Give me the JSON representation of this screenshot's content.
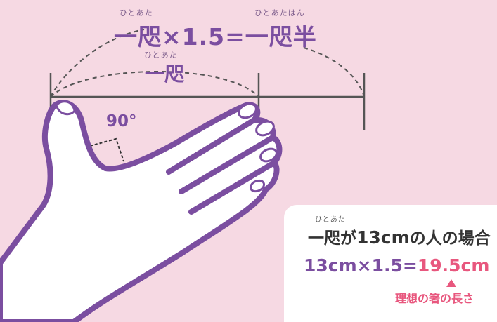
{
  "formula": {
    "ruby_left": "ひとあた",
    "ruby_right": "ひとあたはん",
    "text": "一咫×1.5=一咫半"
  },
  "span": {
    "ruby": "ひとあた",
    "label": "一咫"
  },
  "angle_label": "90°",
  "example": {
    "ruby": "ひとあた",
    "line1_a": "一咫が",
    "line1_num": "13cm",
    "line1_b": "の人の場合",
    "calc_left": "13cm×1.5=",
    "calc_result": "19.5cm",
    "note": "理想の箸の長さ"
  },
  "colors": {
    "background": "#f6d9e3",
    "accent_purple": "#7b4ea0",
    "accent_pink": "#e8577e"
  }
}
